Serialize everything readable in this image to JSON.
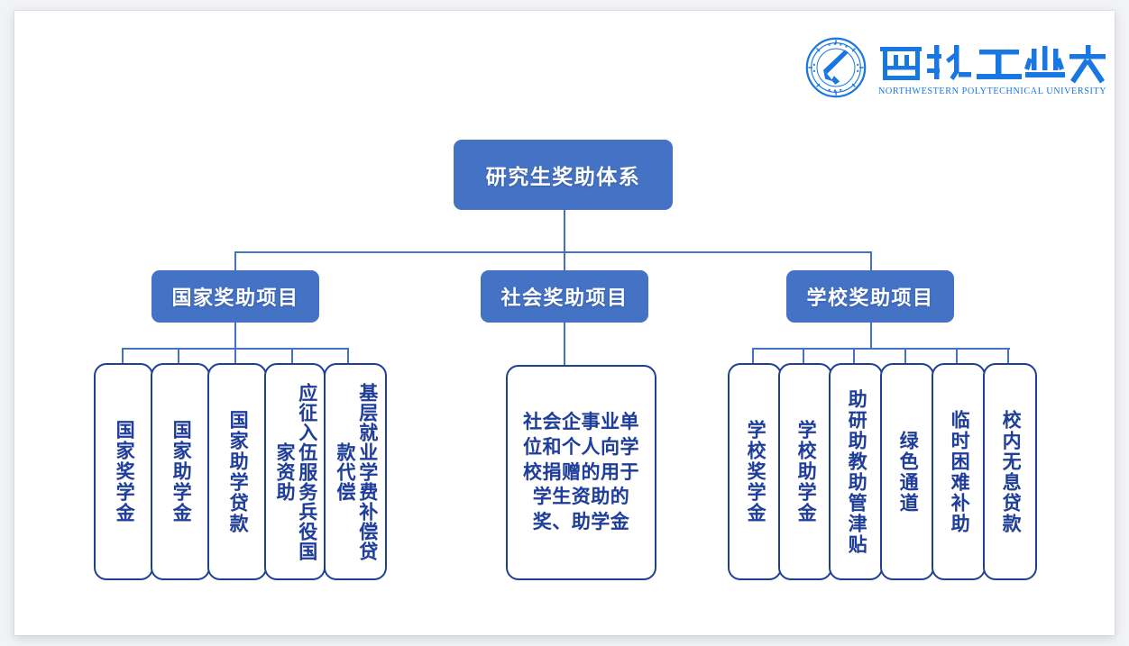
{
  "slide": {
    "background_color": "#ffffff",
    "page_background": "#f2f3f5"
  },
  "logo": {
    "emblem_name": "nwpu-seal-emblem",
    "chinese_name": "西北工业大学",
    "english_name": "NORTHWESTERN POLYTECHNICAL UNIVERSITY",
    "color": "#1877e0"
  },
  "colors": {
    "node_fill": "#4472c4",
    "node_text": "#ffffff",
    "leaf_border": "#1f3f94",
    "leaf_text": "#1b3fa0",
    "connector": "#4472c4"
  },
  "chart_data": {
    "type": "tree",
    "title": "研究生奖助体系",
    "root": {
      "label": "研究生奖助体系",
      "children": [
        {
          "label": "国家奖助项目",
          "children": [
            {
              "label": "国家奖学金",
              "orientation": "vertical"
            },
            {
              "label": "国家助学金",
              "orientation": "vertical"
            },
            {
              "label": "国家助学贷款",
              "orientation": "vertical"
            },
            {
              "label": "应征入伍服务兵役国家资助",
              "orientation": "vertical-2col"
            },
            {
              "label": "基层就业学费补偿贷款代偿",
              "orientation": "vertical-2col"
            }
          ]
        },
        {
          "label": "社会奖助项目",
          "children": [
            {
              "label": "社会企事业单位和个人向学校捐赠的用于学生资助的奖、助学金",
              "orientation": "horizontal"
            }
          ]
        },
        {
          "label": "学校奖助项目",
          "children": [
            {
              "label": "学校奖学金",
              "orientation": "vertical"
            },
            {
              "label": "学校助学金",
              "orientation": "vertical"
            },
            {
              "label": "助研助教助管津贴",
              "orientation": "vertical"
            },
            {
              "label": "绿色通道",
              "orientation": "vertical"
            },
            {
              "label": "临时困难补助",
              "orientation": "vertical"
            },
            {
              "label": "校内无息贷款",
              "orientation": "vertical"
            }
          ]
        }
      ]
    }
  },
  "tree": {
    "root": {
      "label": "研究生奖助体系"
    },
    "branches": [
      {
        "label": "国家奖助项目"
      },
      {
        "label": "社会奖助项目"
      },
      {
        "label": "学校奖助项目"
      }
    ],
    "national_leaves": [
      {
        "label": "国家奖学金"
      },
      {
        "label": "国家助学金"
      },
      {
        "label": "国家助学贷款"
      },
      {
        "label": "应征入伍服务兵役国家资助"
      },
      {
        "label": "基层就业学费补偿贷款代偿"
      }
    ],
    "social_leaves": [
      {
        "label": "社会企事业单位和个人向学校捐赠的用于学生资助的奖、助学金"
      }
    ],
    "school_leaves": [
      {
        "label": "学校奖学金"
      },
      {
        "label": "学校助学金"
      },
      {
        "label": "助研助教助管津贴"
      },
      {
        "label": "绿色通道"
      },
      {
        "label": "临时困难补助"
      },
      {
        "label": "校内无息贷款"
      }
    ]
  }
}
